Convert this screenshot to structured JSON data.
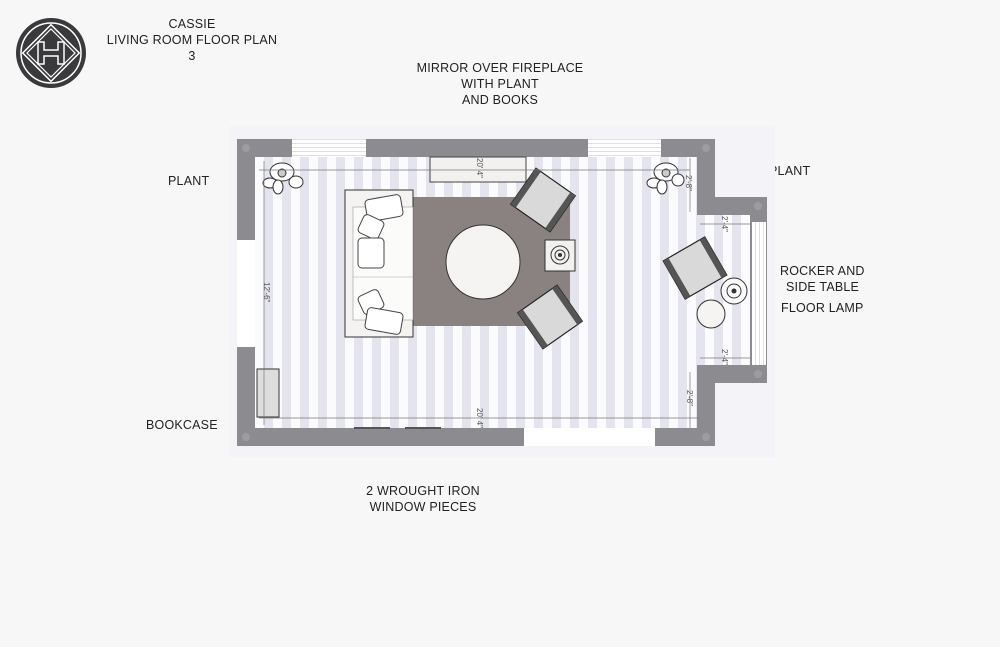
{
  "title": {
    "line1": "CASSIE",
    "line2": "LIVING ROOM FLOOR PLAN",
    "line3": "3"
  },
  "logo": {
    "icon": "hexagon-h-monogram-logo"
  },
  "labels": {
    "fireplace": [
      "MIRROR OVER FIREPLACE",
      "WITH PLANT",
      "AND BOOKS"
    ],
    "plant_left": "PLANT",
    "plant_right": "PLANT",
    "rocker": [
      "ROCKER AND",
      "SIDE TABLE"
    ],
    "floor_lamp": "FLOOR LAMP",
    "bookcase": "BOOKCASE",
    "windows": [
      "2 WROUGHT IRON",
      "WINDOW PIECES"
    ]
  },
  "dimensions": {
    "length_top": "20' 4\"",
    "length_bottom": "20' 4\"",
    "width_left": "12'-6\"",
    "bay_top_depth": "2'-8\"",
    "bay_bottom_depth": "2'-8\"",
    "bay_top_offset": "2'-4\"",
    "bay_bottom_offset": "2'-4\""
  },
  "colors": {
    "wall": "#8c8b8f",
    "rug": "#8a8280",
    "stripe": "#e4e4ee",
    "floor": "#fbfbfd",
    "logo": "#3a3a3c"
  }
}
